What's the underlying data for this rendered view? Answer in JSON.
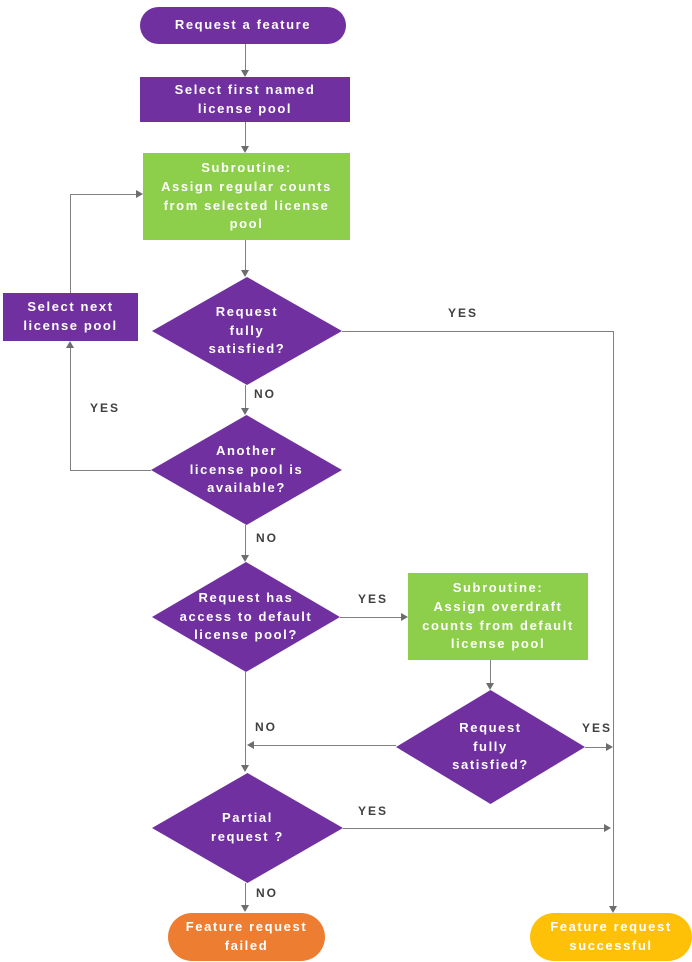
{
  "title": "Feature request license pool flowchart",
  "colors": {
    "purple": "#7030A0",
    "green": "#8DCE4A",
    "orange": "#ED7D31",
    "yellow": "#FFC107",
    "line": "#808080",
    "label": "#404040",
    "text": "#FFFFFF"
  },
  "nodes": {
    "start": {
      "label": "Request a feature",
      "type": "terminator"
    },
    "select_first": {
      "label": "Select first named\nlicense pool",
      "type": "process"
    },
    "subroutine_regular": {
      "label": "Subroutine:\nAssign regular counts\nfrom selected license\npool",
      "type": "subroutine"
    },
    "fully_satisfied_1": {
      "label": "Request\nfully\nsatisfied?",
      "type": "decision"
    },
    "select_next": {
      "label": "Select next\nlicense pool",
      "type": "process"
    },
    "another_pool": {
      "label": "Another\nlicense pool is\navailable?",
      "type": "decision"
    },
    "access_default": {
      "label": "Request has\naccess to default\nlicense pool?",
      "type": "decision"
    },
    "subroutine_overdraft": {
      "label": "Subroutine:\nAssign overdraft\ncounts from default\nlicense pool",
      "type": "subroutine"
    },
    "fully_satisfied_2": {
      "label": "Request\nfully\nsatisfied?",
      "type": "decision"
    },
    "partial_request": {
      "label": "Partial\nrequest ?",
      "type": "decision"
    },
    "failed": {
      "label": "Feature request\nfailed",
      "type": "terminator"
    },
    "successful": {
      "label": "Feature request\nsuccessful",
      "type": "terminator"
    }
  },
  "edges": {
    "fully_satisfied_1_yes": "YES",
    "fully_satisfied_1_no": "NO",
    "another_pool_yes": "YES",
    "another_pool_no": "NO",
    "access_default_yes": "YES",
    "access_default_no": "NO",
    "fully_satisfied_2_yes": "YES",
    "partial_request_yes": "YES",
    "partial_request_no": "NO"
  }
}
